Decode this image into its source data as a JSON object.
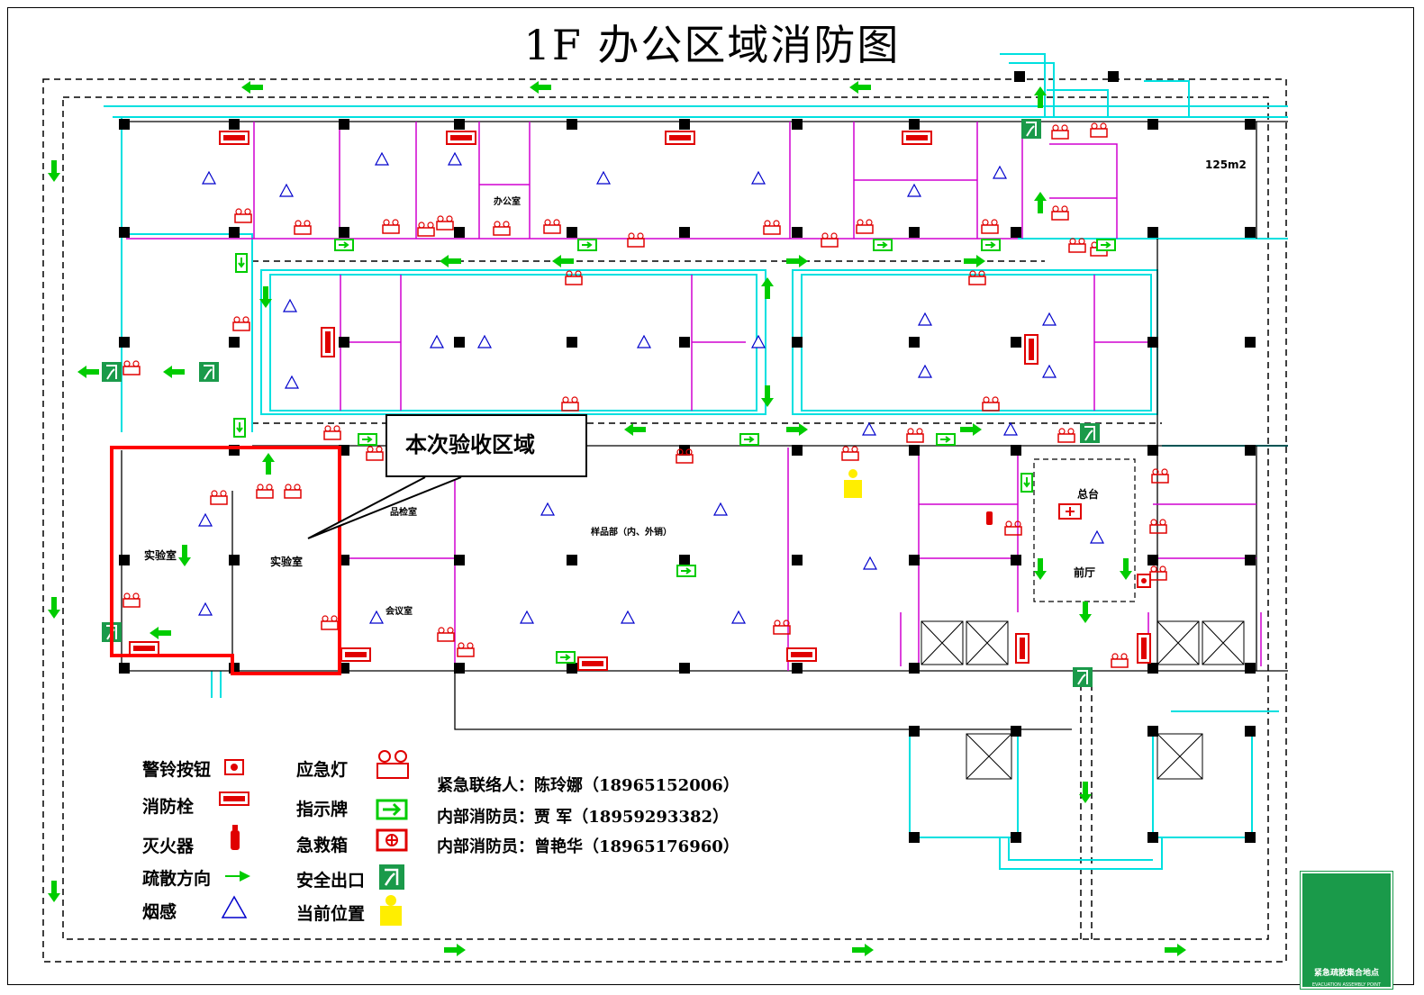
{
  "title": "1F 办公区域消防图",
  "callout": "本次验收区域",
  "rooms": {
    "lab1": "实验室",
    "lab2": "实验室",
    "meeting": "会议室",
    "sample_dept": "样品部（内、外销）",
    "reception": "前厅",
    "front_desk": "总台",
    "area_125": "125m2",
    "room_b": "品检室",
    "room_c": "办公室"
  },
  "legend": {
    "alarm_button": "警铃按钮",
    "hydrant": "消防栓",
    "extinguisher": "灭火器",
    "evac_direction": "疏散方向",
    "smoke_detector": "烟感",
    "emergency_light": "应急灯",
    "sign": "指示牌",
    "first_aid": "急救箱",
    "safety_exit": "安全出口",
    "current_position": "当前位置"
  },
  "contacts": [
    "紧急联络人：陈玲娜（18965152006）",
    "内部消防员：贾 军（18959293382）",
    "内部消防员：曾艳华（18965176960）"
  ],
  "assembly_point": {
    "label": "紧急疏散集合地点",
    "label_en": "EVACUATION ASSEMBLY POINT"
  },
  "colors": {
    "wall_cyan": "#00e0e0",
    "wall_magenta": "#d000d0",
    "evac_green": "#00cc00",
    "hydrant_red": "#e00000",
    "highlight_red": "#ff0000",
    "current_yellow": "#ffee00",
    "assembly_green": "#1a9a4a"
  }
}
